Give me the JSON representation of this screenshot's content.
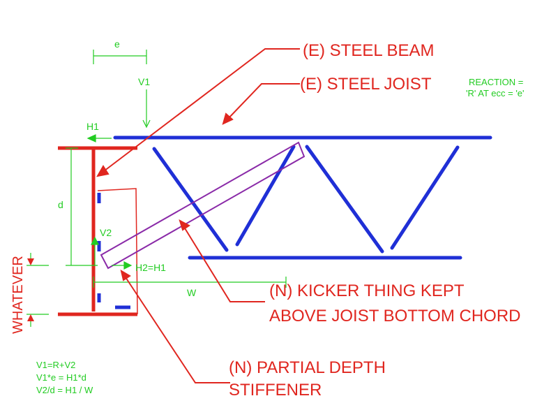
{
  "labels": {
    "steel_beam": "(E) STEEL BEAM",
    "steel_joist": "(E) STEEL JOIST",
    "reaction_line1": "REACTION =",
    "reaction_line2": "'R' AT ecc = 'e'",
    "kicker_line1": "(N) KICKER THING KEPT",
    "kicker_line2": "ABOVE JOIST BOTTOM CHORD",
    "stiffener_line1": "(N) PARTIAL DEPTH",
    "stiffener_line2": "STIFFENER",
    "whatever": "WHATEVER"
  },
  "dimensions": {
    "e": "e",
    "v1": "V1",
    "h1": "H1",
    "d": "d",
    "v2": "V2",
    "h2": "H2=H1",
    "w": "W"
  },
  "equations": [
    "V1=R+V2",
    "V1*e = H1*d",
    "V2/d = H1 / W"
  ],
  "colors": {
    "beam": "#e0261f",
    "joist": "#1f2fd6",
    "kicker": "#8a2aa8",
    "dimension": "#22cc22",
    "callout_text": "#e0261f",
    "leader": "#e0261f"
  }
}
